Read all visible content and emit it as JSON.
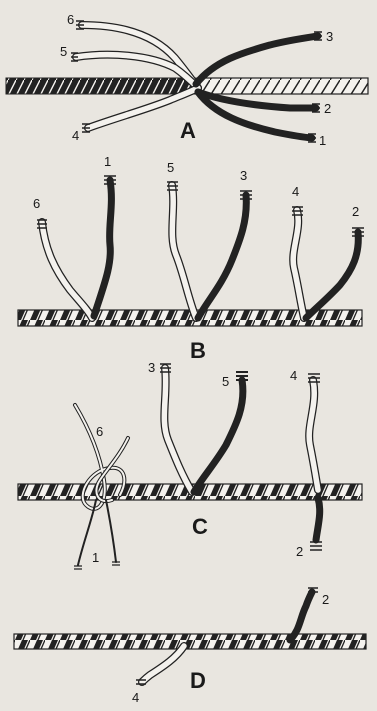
{
  "panels": [
    {
      "letter": "A",
      "strands": [
        {
          "label": "6",
          "tone": "light"
        },
        {
          "label": "5",
          "tone": "light"
        },
        {
          "label": "4",
          "tone": "light"
        },
        {
          "label": "3",
          "tone": "dark"
        },
        {
          "label": "2",
          "tone": "dark"
        },
        {
          "label": "1",
          "tone": "dark"
        }
      ]
    },
    {
      "letter": "B",
      "strands": [
        {
          "label": "6",
          "tone": "light"
        },
        {
          "label": "1",
          "tone": "dark"
        },
        {
          "label": "5",
          "tone": "light"
        },
        {
          "label": "3",
          "tone": "dark"
        },
        {
          "label": "4",
          "tone": "light"
        },
        {
          "label": "2",
          "tone": "dark"
        }
      ]
    },
    {
      "letter": "C",
      "strands": [
        {
          "label": "6",
          "tone": "light"
        },
        {
          "label": "1",
          "tone": "dark"
        },
        {
          "label": "3",
          "tone": "light"
        },
        {
          "label": "5",
          "tone": "dark"
        },
        {
          "label": "4",
          "tone": "light"
        },
        {
          "label": "2",
          "tone": "dark"
        }
      ]
    },
    {
      "letter": "D",
      "strands": [
        {
          "label": "2",
          "tone": "dark"
        },
        {
          "label": "4",
          "tone": "light"
        }
      ]
    }
  ],
  "colors": {
    "dark_rope": "#222222",
    "light_rope": "#f4f2ee",
    "background": "#e9e6e0"
  }
}
